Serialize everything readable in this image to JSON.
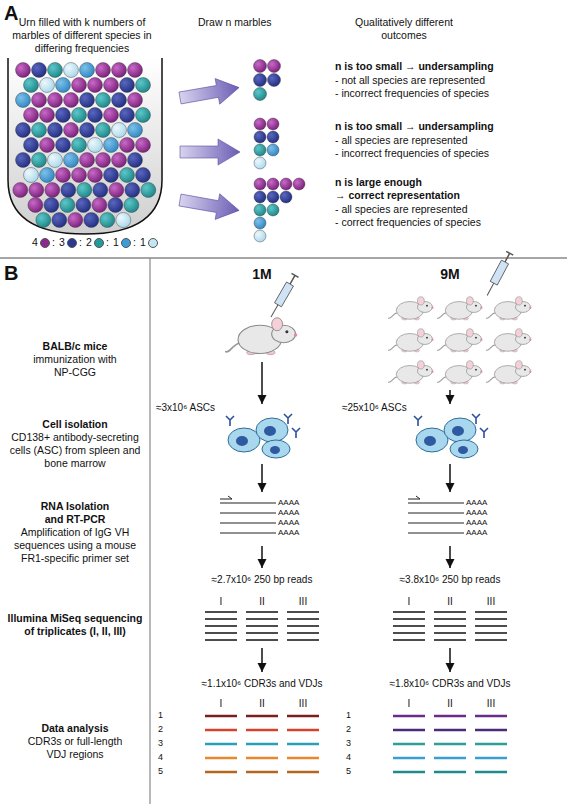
{
  "diagram": {
    "labels": [
      "A",
      "Urn filled with k numbers of marbles of different species in differing frequencies",
      "Draw n marbles",
      "Qualitatively different outcomes",
      "n is too small → undersampling",
      "- not all species are represented",
      "- incorrect frequencies of species",
      "n is too small → undersampling",
      "- all species are represented",
      "- incorrect frequencies of species",
      "n is large enough",
      "→ correct representation",
      "- all species are represented",
      "- correct frequencies of species",
      ":",
      ":",
      ":",
      ":",
      "B",
      "1M",
      "9M",
      "BALB/c mice",
      "immunization with NP-CGG",
      "Cell isolation",
      "CD138+ antibody-secreting cells (ASC) from spleen and bone marrow",
      "RNA Isolation and RT-PCR",
      "Amplification of IgG VH sequences using a mouse FR1-specific primer set",
      "Illumina MiSeq sequencing of triplicates (I, II, III)",
      "Data analysis",
      "CDR3s or full-length VDJ regions",
      "≈3x10⁶ ASCs",
      "≈25x10⁶ ASCs",
      "AAAA",
      "AAAA",
      "AAAA",
      "AAAA",
      "AAAA",
      "AAAA",
      "AAAA",
      "AAAA",
      "≈2.7x10⁶ 250 bp reads",
      "≈3.8x10⁶ 250 bp reads",
      "I",
      "II",
      "III",
      "I",
      "II",
      "III",
      "≈1.1x10⁶ CDR3s and VDJs",
      "≈1.8x10⁶ CDR3s and VDJs",
      "I",
      "II",
      "III",
      "I",
      "II",
      "III",
      "1",
      "2",
      "3",
      "4",
      "5",
      "1",
      "2",
      "3",
      "4",
      "5"
    ],
    "legend": [
      {
        "text": "4",
        "color": "#8c2a8c"
      },
      {
        "text": "3",
        "color": "#2b3990"
      },
      {
        "text": "2",
        "color": "#239a9c"
      },
      {
        "text": "1",
        "color": "#3d9bd6"
      },
      {
        "text": "1",
        "color": "#c4e6f4"
      }
    ]
  }
}
